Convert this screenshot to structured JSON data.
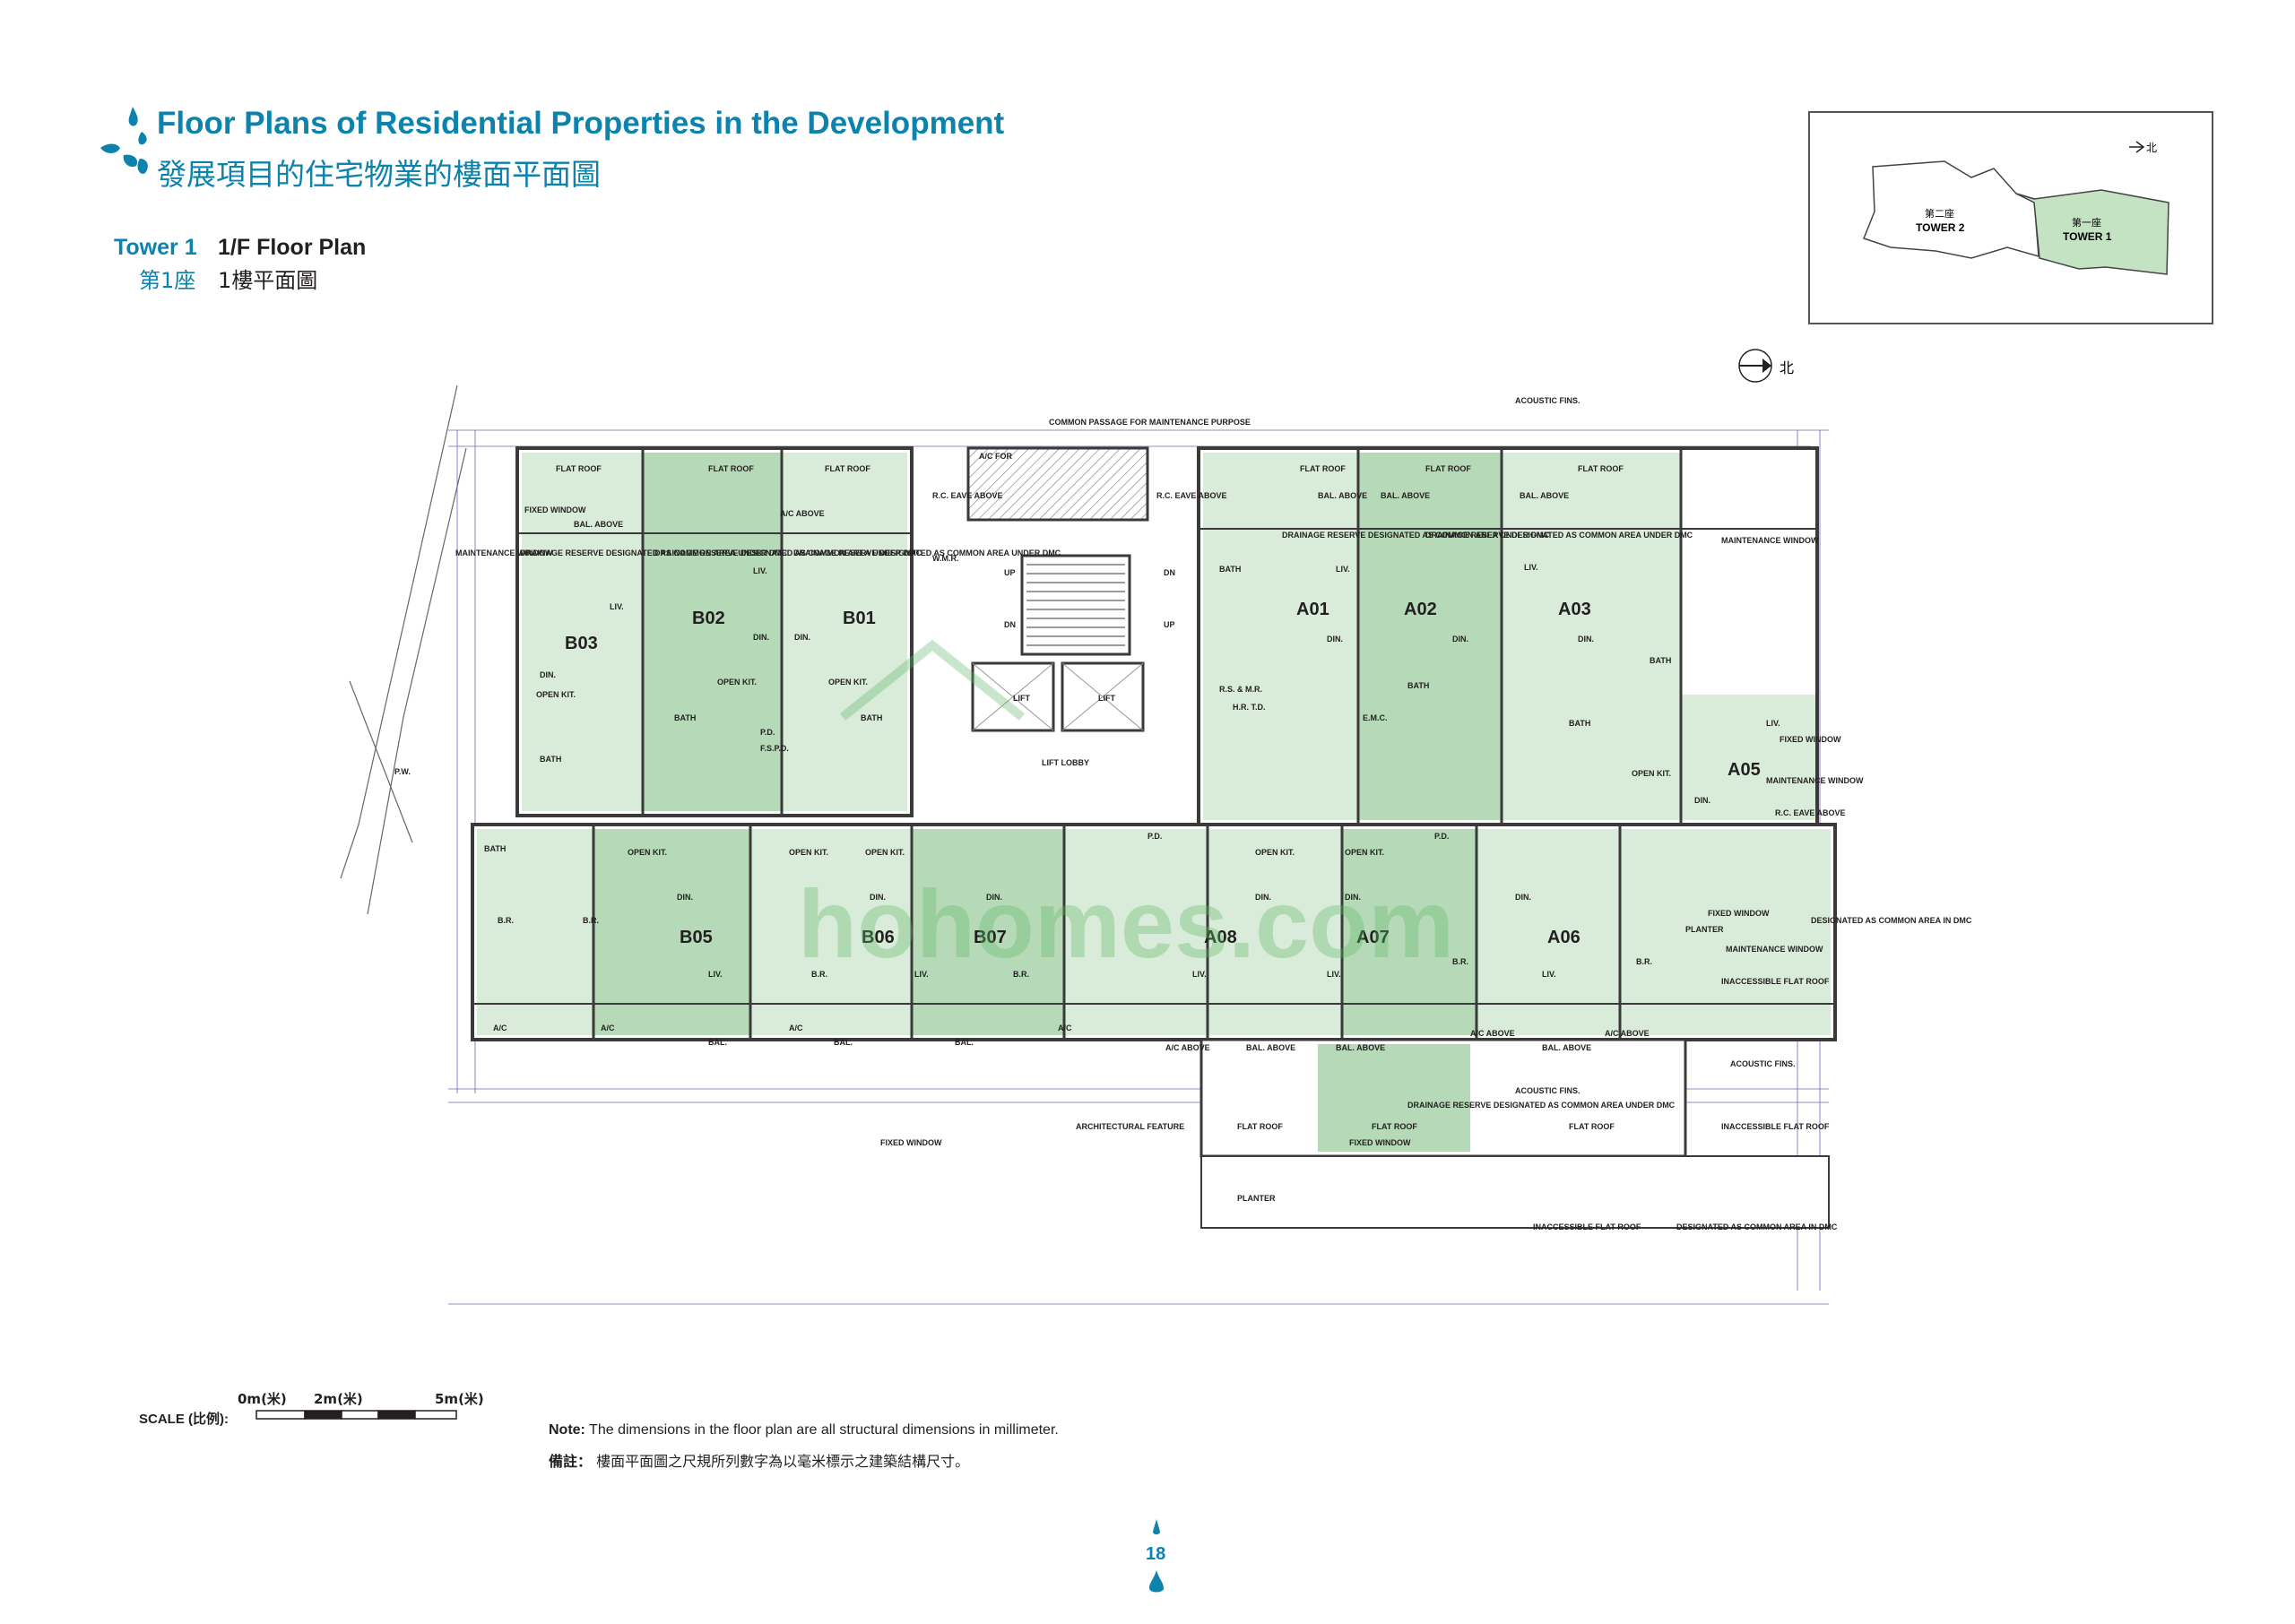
{
  "header": {
    "title_en": "Floor Plans of Residential Properties in the Development",
    "title_zh": "發展項目的住宅物業的樓面平面圖",
    "tower_en": "Tower 1",
    "tower_zh": "第1座",
    "plan_en": "1/F Floor Plan",
    "plan_zh": "1樓平面圖"
  },
  "key_plan": {
    "north_label": "北",
    "tower2_zh": "第二座",
    "tower2_en": "TOWER 2",
    "tower1_zh": "第一座",
    "tower1_en": "TOWER 1"
  },
  "plan": {
    "north_label": "北",
    "units": [
      "B03",
      "B02",
      "B01",
      "A01",
      "A02",
      "A03",
      "A05",
      "B05",
      "B06",
      "B07",
      "A08",
      "A07",
      "A06"
    ],
    "labels": {
      "flat_roof": "FLAT ROOF",
      "fixed_window": "FIXED WINDOW",
      "bal_above": "BAL. ABOVE",
      "ac_above": "A/C ABOVE",
      "liv": "LIV.",
      "din": "DIN.",
      "bath": "BATH",
      "open_kit": "OPEN KIT.",
      "br": "B.R.",
      "ac": "A/C",
      "bal": "BAL.",
      "lift": "LIFT",
      "lift_lobby": "LIFT LOBBY",
      "up": "UP",
      "dn": "DN",
      "wmr": "W.M.R.",
      "pd": "P.D.",
      "hrtd": "H.R. T.D.",
      "emc": "E.M.C.",
      "rs_mr": "R.S. & M.R.",
      "fspd": "F.S.P.D.",
      "pw": "P.W.",
      "drainage": "DRAINAGE RESERVE DESIGNATED AS COMMON AREA UNDER DMC",
      "acoustic": "ACOUSTIC FINS.",
      "maint_window": "MAINTENANCE WINDOW",
      "rc_eave": "R.C. EAVE ABOVE",
      "planter": "PLANTER",
      "inaccessible": "INACCESSIBLE FLAT ROOF",
      "designated": "DESIGNATED AS COMMON AREA IN DMC",
      "arch_feature": "ARCHITECTURAL FEATURE",
      "common_passage": "COMMON PASSAGE FOR MAINTENANCE PURPOSE",
      "ac_for": "A/C FOR"
    }
  },
  "scale": {
    "label": "SCALE (比例):",
    "ticks": [
      "0m(米)",
      "2m(米)",
      "5m(米)"
    ]
  },
  "note": {
    "label_en": "Note:",
    "text_en": "The dimensions in the floor plan are all structural dimensions in millimeter.",
    "label_zh": "備註：",
    "text_zh": "樓面平面圖之尺規所列數字為以毫米標示之建築結構尺寸。"
  },
  "page_number": "18",
  "watermark": "hohomes.com",
  "colors": {
    "brand_blue": "#0b83ad",
    "unit_green": "#d9ecd9",
    "unit_green_dark": "#b6dab8",
    "dim_purple": "#6b4fa0",
    "wall": "#3a3a3a"
  }
}
